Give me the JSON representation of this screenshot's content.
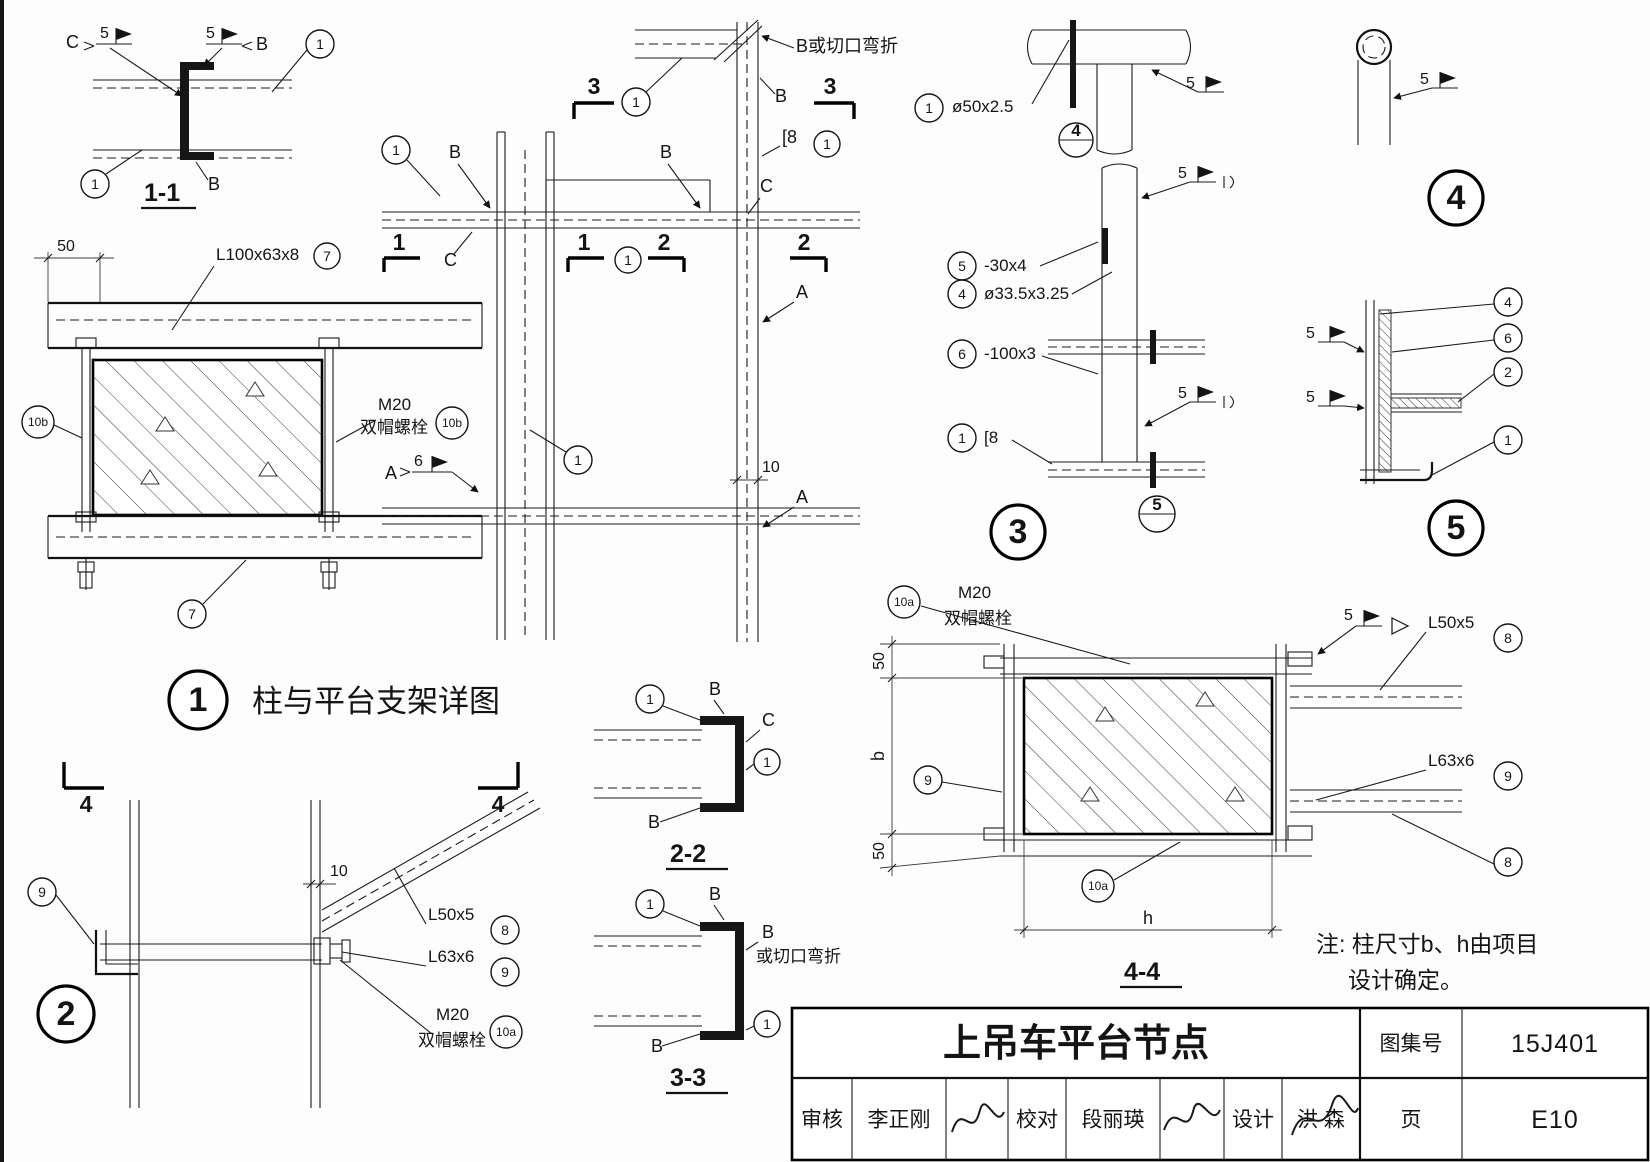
{
  "common": {
    "n1": "1",
    "n2": "2",
    "n3": "3",
    "n4": "4",
    "n5": "5",
    "n6": "6",
    "n7": "7",
    "n8": "8",
    "n9": "9",
    "n10a": "10a",
    "n10b": "10b",
    "A": "A",
    "B": "B",
    "C": "C"
  },
  "materials": {
    "m20": "M20",
    "double_cap_bolt": "双帽螺栓",
    "angle_l100": "L100x63x8",
    "angle_l50": "L50x5",
    "angle_l63": "L63x6",
    "channel_8": "[8",
    "pipe_d50": "ø50x2.5",
    "pipe_d33": "ø33.5x3.25",
    "plate_30x4": "-30x4",
    "plate_100x3": "-100x3"
  },
  "annotations": {
    "bend_note": "B或切口弯折",
    "bend_b": "B",
    "bend_rest": "或切口弯折"
  },
  "dims": {
    "d50": "50",
    "d10": "10",
    "b": "b",
    "h": "h"
  },
  "sections": {
    "s11": "1-1",
    "s22": "2-2",
    "s33": "3-3",
    "s44": "4-4"
  },
  "detail1": {
    "num": "1",
    "title": "柱与平台支架详图"
  },
  "note": {
    "line1": "注: 柱尺寸b、h由项目",
    "line2": "设计确定。"
  },
  "titleblock": {
    "title": "上吊车平台节点",
    "atlas_label": "图集号",
    "atlas_no": "15J401",
    "page_label": "页",
    "page_no": "E10",
    "reviewer_label": "审核",
    "reviewer": "李正刚",
    "checker_label": "校对",
    "checker": "段丽瑛",
    "designer_label": "设计",
    "designer": "洪 森"
  }
}
